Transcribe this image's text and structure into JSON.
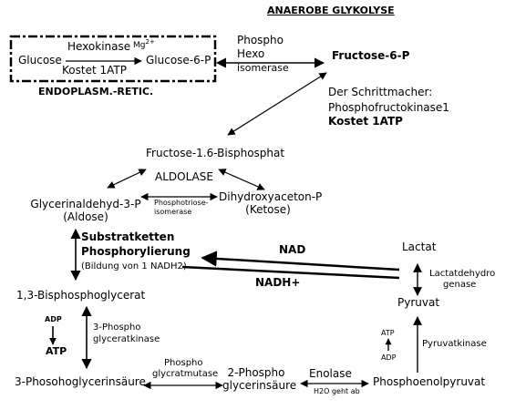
{
  "title": "ANAEROBE GLYKOLYSE",
  "er_box": {
    "glucose": "Glucose",
    "enzyme": "Hexokinase",
    "cofactor": "Mg",
    "cofactor_charge": "2+",
    "cost": "Kostet 1ATP",
    "product": "Glucose-6-P",
    "location": "ENDOPLASM.-RETIC."
  },
  "isomerase": [
    "Phospho",
    "Hexo",
    "isomerase"
  ],
  "fructose6p": "Fructose-6-P",
  "pacemaker": {
    "line1": "Der Schrittmacher:",
    "line2": "Phosphofructokinase1",
    "line3": "Kostet 1ATP"
  },
  "fructose16bp": "Fructose-1.6-Bisphosphat",
  "aldolase": "ALDOLASE",
  "gap": [
    "Glycerinaldehyd-3-P",
    "(Aldose)"
  ],
  "triose_isomerase": [
    "Phosphotriose-",
    "isomerase"
  ],
  "dhap": [
    "Dihydroxyaceton-P",
    "(Ketose)"
  ],
  "substrate_phos": {
    "line1": "Substratketten",
    "line2": "Phosphorylierung",
    "line3": "(Bildung von 1 NADH2)"
  },
  "nad": "NAD",
  "nadh": "NADH+",
  "lactate": "Lactat",
  "ldh": [
    "Lactatdehydro",
    "genase"
  ],
  "pyruvat": "Pyruvat",
  "bpg13": "1,3-Bisphosphoglycerat",
  "pgk": {
    "adp": "ADP",
    "atp": "ATP",
    "enzyme": [
      "3-Phospho",
      "glyceratkinase"
    ]
  },
  "pyruvatkinase": "Pyruvatkinase",
  "pk_atp": "ATP",
  "pk_adp": "ADP",
  "pg3": "3-Phosohoglycerinsäure",
  "mutase": [
    "Phospho",
    "glycratmutase"
  ],
  "pg2": [
    "2-Phospho",
    "glycerinsäure"
  ],
  "enolase": "Enolase",
  "water": "H2O geht ab",
  "pep": "Phosphoenolpyruvat"
}
